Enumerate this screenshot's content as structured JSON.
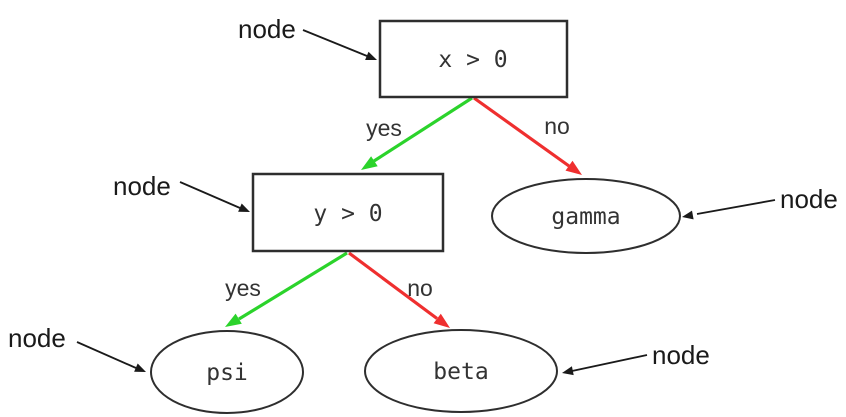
{
  "diagram": {
    "type": "decision-tree",
    "background": "#ffffff",
    "colors": {
      "yes_edge": "#2bd32b",
      "no_edge": "#ef2f2f",
      "border": "#2e2e2e",
      "node_text": "#333333",
      "edge_label_text": "#333333",
      "annotation": "#1a1a1a"
    },
    "nodes": {
      "root": {
        "shape": "rectangle",
        "label": "x > 0"
      },
      "inner": {
        "shape": "rectangle",
        "label": "y > 0"
      },
      "gamma": {
        "shape": "ellipse",
        "label": "gamma"
      },
      "psi": {
        "shape": "ellipse",
        "label": "psi"
      },
      "beta": {
        "shape": "ellipse",
        "label": "beta"
      }
    },
    "edges": {
      "root_yes": {
        "from": "root",
        "to": "inner",
        "label": "yes",
        "color": "green"
      },
      "root_no": {
        "from": "root",
        "to": "gamma",
        "label": "no",
        "color": "red"
      },
      "inner_yes": {
        "from": "inner",
        "to": "psi",
        "label": "yes",
        "color": "green"
      },
      "inner_no": {
        "from": "inner",
        "to": "beta",
        "label": "no",
        "color": "red"
      }
    },
    "annotations": [
      "node",
      "node",
      "node",
      "node",
      "node"
    ]
  }
}
